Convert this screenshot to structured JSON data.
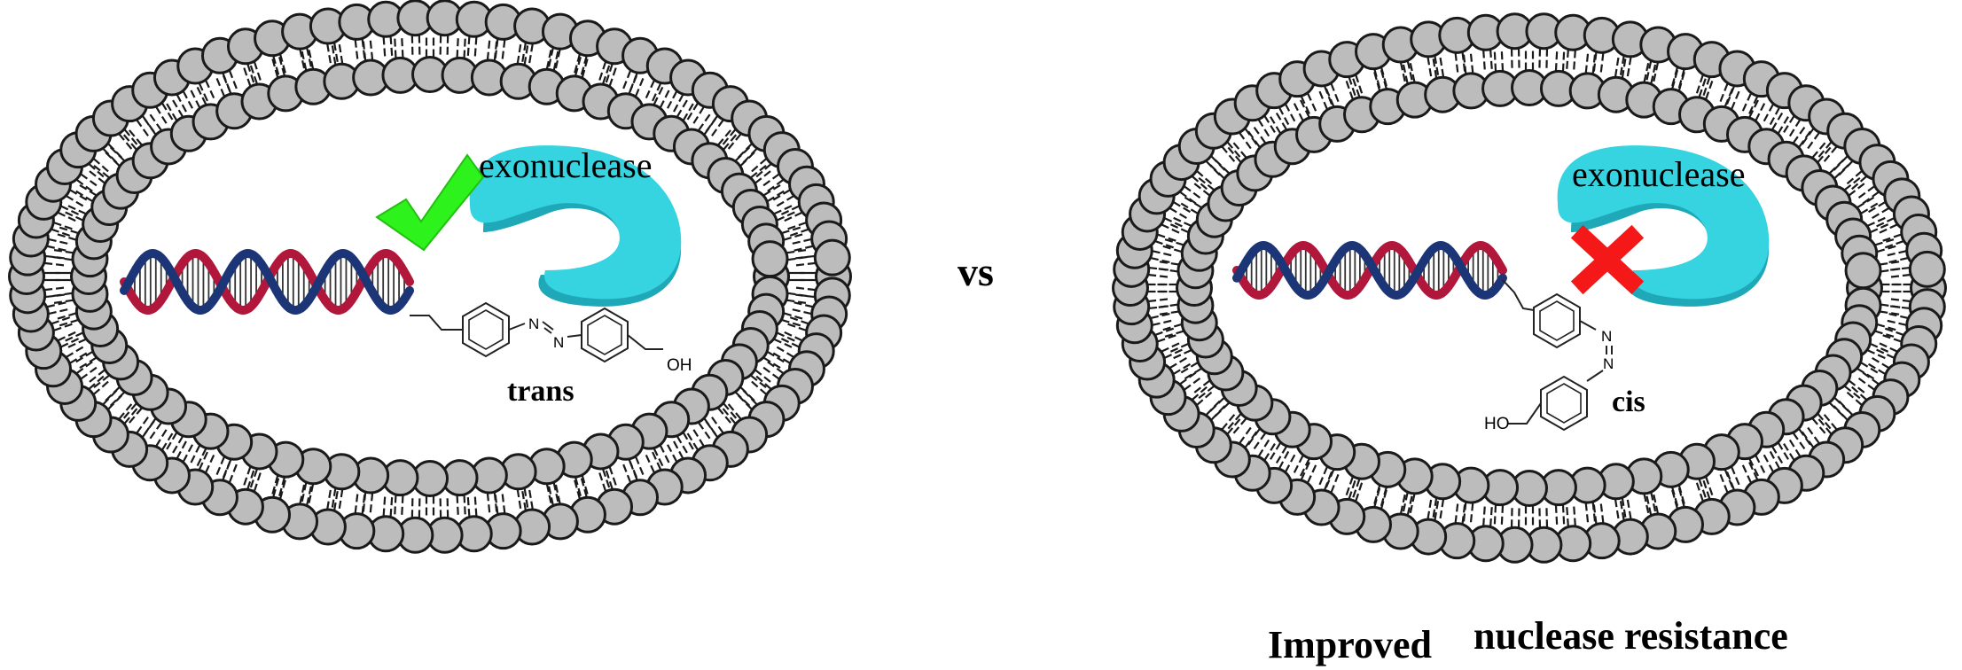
{
  "left_panel": {
    "enzyme_label": "exonuclease",
    "isomer_label": "trans",
    "hydroxyl_label": "OH",
    "status_icon": "check-icon"
  },
  "comparison_label": "vs",
  "right_panel": {
    "enzyme_label": "exonuclease",
    "isomer_label": "cis",
    "hydroxyl_label": "HO",
    "status_icon": "cross-icon"
  },
  "caption": {
    "word1": "Improved",
    "word2": "nuclease resistance"
  },
  "colors": {
    "lipid_head": "#bcbcbc",
    "outline": "#1a1a1a",
    "enzyme": "#36d3e0",
    "enzyme_shadow": "#1fa9b8",
    "dna_red": "#b0173a",
    "dna_blue": "#1c3577",
    "check": "#2ef21c",
    "cross": "#f41818"
  }
}
